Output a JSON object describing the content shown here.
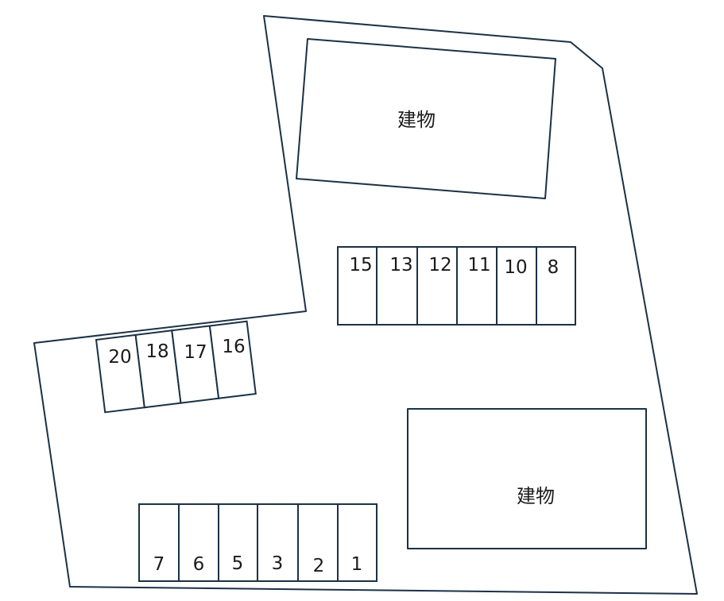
{
  "buildings": [
    {
      "id": "north",
      "label": "建物"
    },
    {
      "id": "south",
      "label": "建物"
    }
  ],
  "parking_rows": [
    {
      "id": "center-row",
      "spaces": [
        "15",
        "13",
        "12",
        "11",
        "10",
        "8"
      ]
    },
    {
      "id": "west-row",
      "spaces": [
        "20",
        "18",
        "17",
        "16"
      ]
    },
    {
      "id": "bottom-row",
      "spaces": [
        "7",
        "6",
        "5",
        "3",
        "2",
        "1"
      ]
    }
  ]
}
